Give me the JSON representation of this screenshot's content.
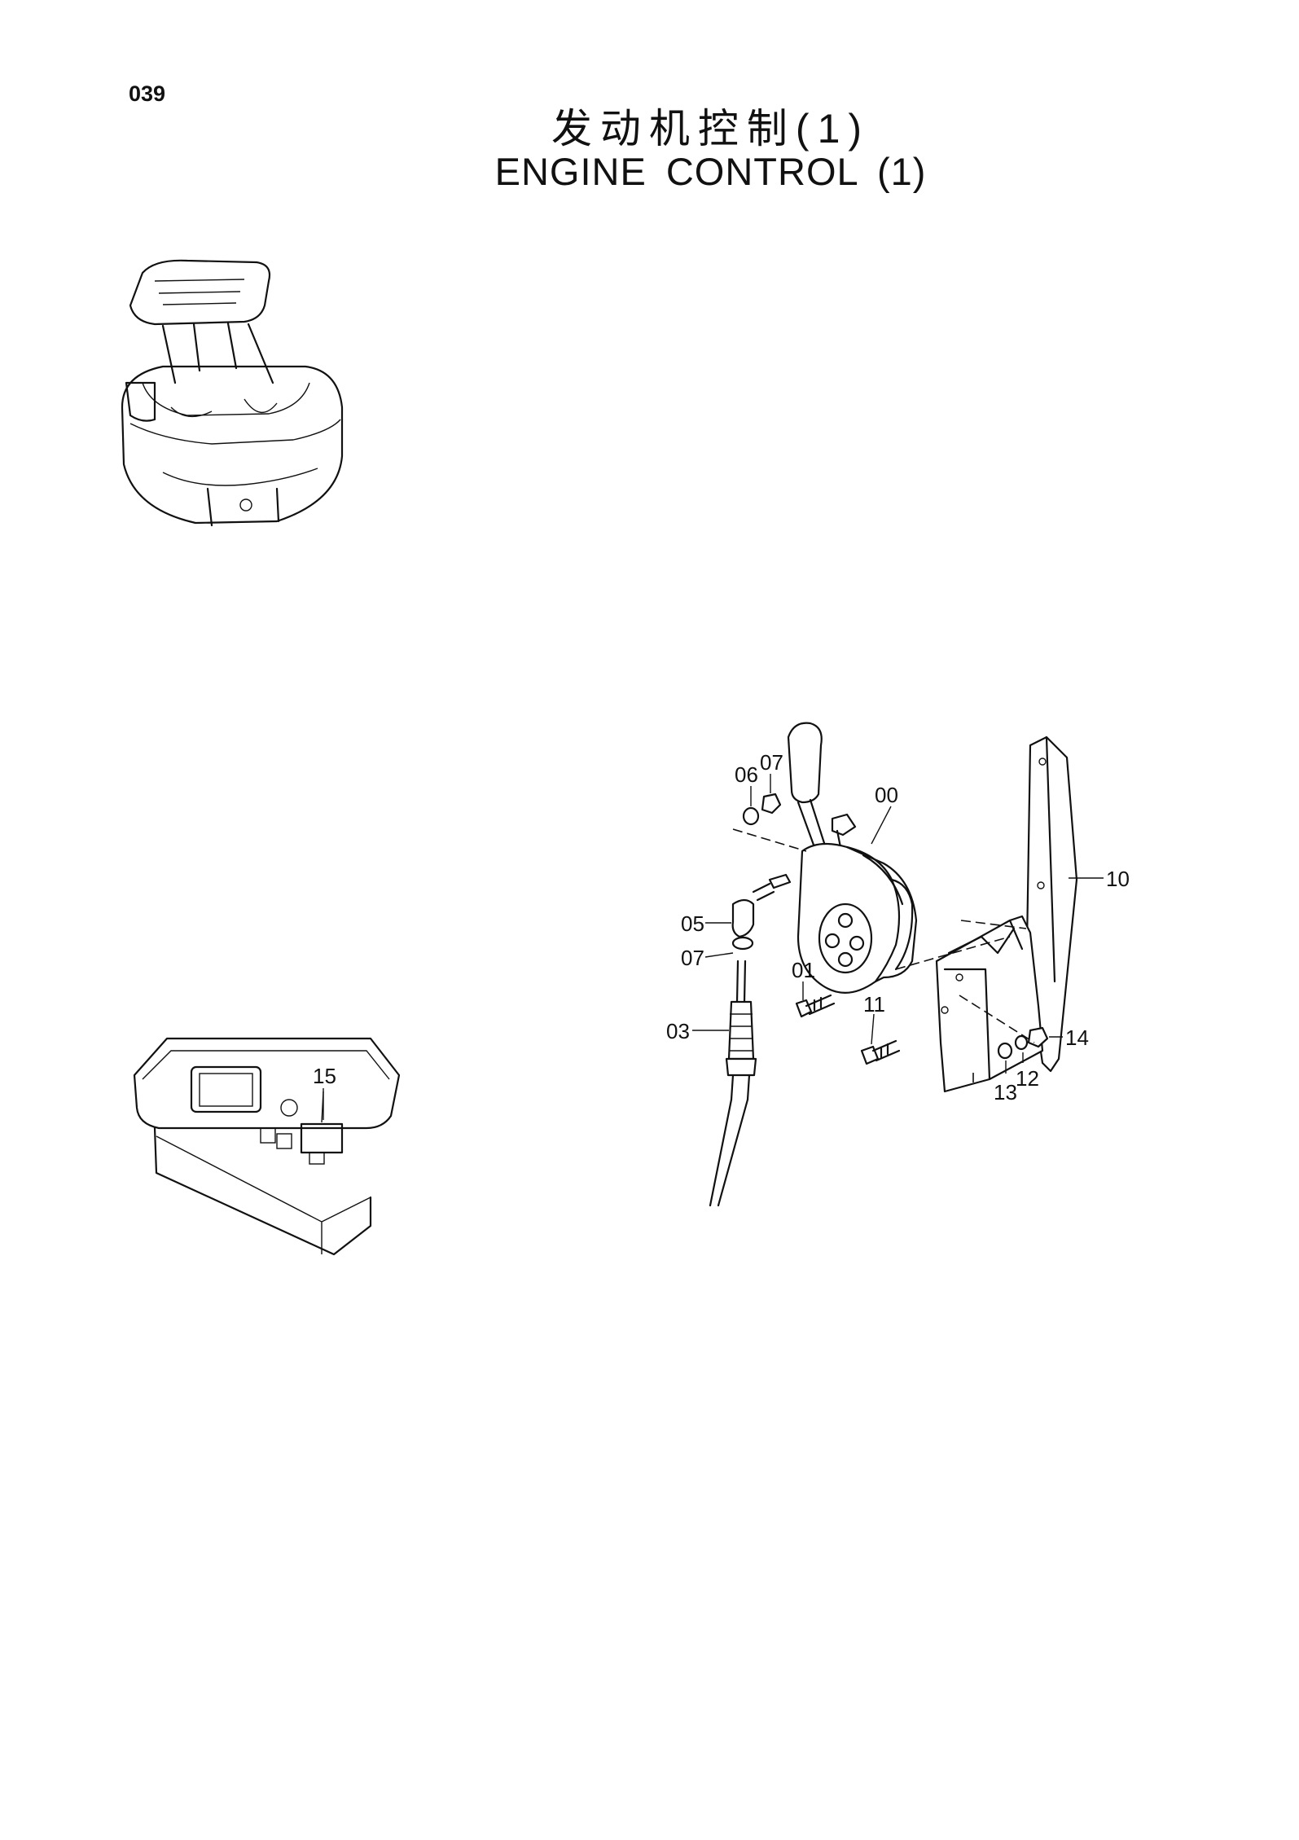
{
  "page": {
    "number": "039"
  },
  "title": {
    "chinese": "发动机控制(1)",
    "english": "ENGINE CONTROL (1)"
  },
  "callouts": [
    {
      "id": "06",
      "label": "06"
    },
    {
      "id": "07a",
      "label": "07"
    },
    {
      "id": "00",
      "label": "00"
    },
    {
      "id": "10",
      "label": "10"
    },
    {
      "id": "05",
      "label": "05"
    },
    {
      "id": "07b",
      "label": "07"
    },
    {
      "id": "01",
      "label": "01"
    },
    {
      "id": "11",
      "label": "11"
    },
    {
      "id": "03",
      "label": "03"
    },
    {
      "id": "14",
      "label": "14"
    },
    {
      "id": "12",
      "label": "12"
    },
    {
      "id": "13",
      "label": "13"
    },
    {
      "id": "15",
      "label": "15"
    }
  ]
}
